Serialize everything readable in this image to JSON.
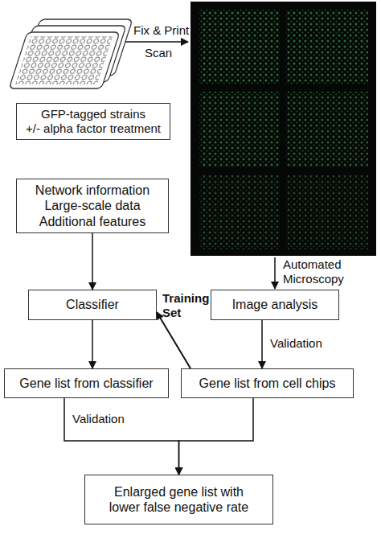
{
  "diagram": {
    "nodes": [
      {
        "text": [
          "GFP-tagged strains",
          "+/- alpha factor treatment"
        ]
      },
      {
        "text": [
          "Network information",
          "Large-scale data",
          "Additional features"
        ]
      },
      {
        "text": [
          "Classifier"
        ]
      },
      {
        "text": [
          "Image analysis"
        ]
      },
      {
        "text": [
          "Gene list from classifier"
        ]
      },
      {
        "text": [
          "Gene list from cell chips"
        ]
      },
      {
        "text": [
          "Enlarged gene list with lower false negative rate"
        ]
      }
    ],
    "edges": [
      {
        "from": 1,
        "to": 2,
        "arrow": "to"
      },
      {
        "from": 5,
        "to": 2,
        "label": "Training Set",
        "arrow": "to"
      },
      {
        "from": 2,
        "to": 4,
        "arrow": "to"
      },
      {
        "from": 3,
        "to": 5,
        "label": "Validation",
        "arrow": "to"
      },
      {
        "from": 4,
        "to": 6,
        "label": "Validation",
        "arrow": "to"
      },
      {
        "from": 5,
        "to": 6,
        "arrow": "to"
      }
    ],
    "labels": [
      "Fix & Print",
      "Scan",
      "Automated Microscopy"
    ]
  }
}
